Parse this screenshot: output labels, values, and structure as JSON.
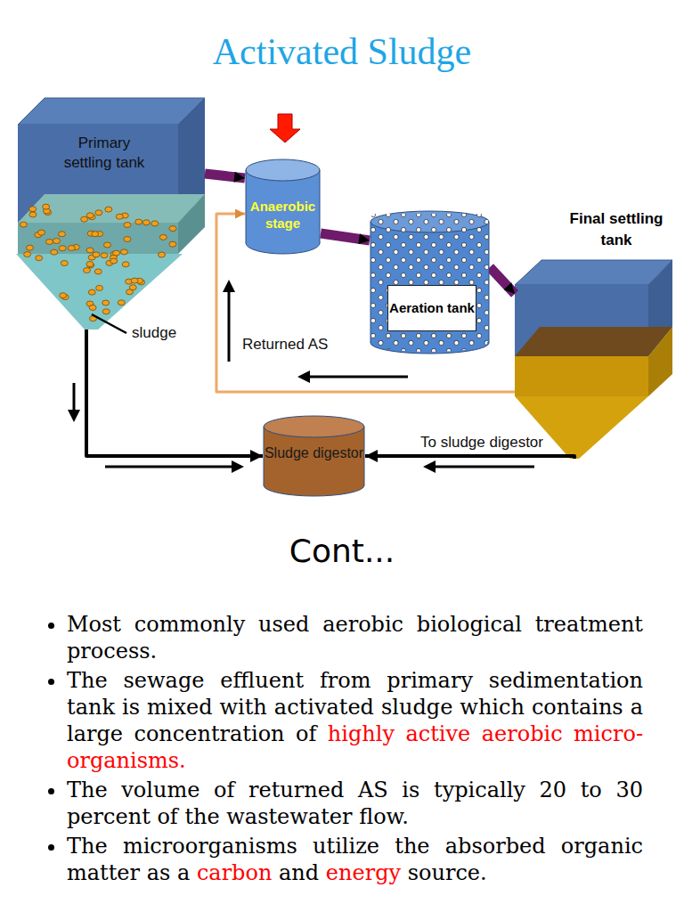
{
  "diagram": {
    "title": "Activated Sludge",
    "nodes": [
      {
        "text": [
          "Primary settling tank"
        ]
      },
      {
        "text": [
          "Anaerobic stage"
        ]
      },
      {
        "text": [
          "Aeration tank"
        ]
      },
      {
        "text": [
          "Final settling tank"
        ]
      },
      {
        "text": [
          "Sludge digestor"
        ]
      }
    ],
    "edges": [
      {
        "from": 0,
        "to": 1,
        "arrow": "to"
      },
      {
        "from": 1,
        "to": 2,
        "arrow": "to"
      },
      {
        "from": 2,
        "to": 3,
        "arrow": "to"
      },
      {
        "from": 3,
        "to": 1,
        "label": "Returned AS",
        "arrow": "to"
      },
      {
        "from": 0,
        "to": 4,
        "arrow": "to"
      },
      {
        "from": 3,
        "to": 4,
        "label": "To sludge digestor",
        "arrow": "to"
      }
    ],
    "labels": [
      "sludge",
      "Cont...",
      "Most commonly used aerobic biological treatment process.",
      "The sewage effluent from primary sedimentation tank is mixed with activated sludge which contains a large concentration of",
      "highly active aerobic micro-organisms.",
      "The volume of returned AS is typically 20 to 30 percent of the wastewater flow.",
      "The microorganisms utilize the absorbed organic matter as a",
      "carbon",
      "and",
      "energy",
      "source."
    ]
  }
}
